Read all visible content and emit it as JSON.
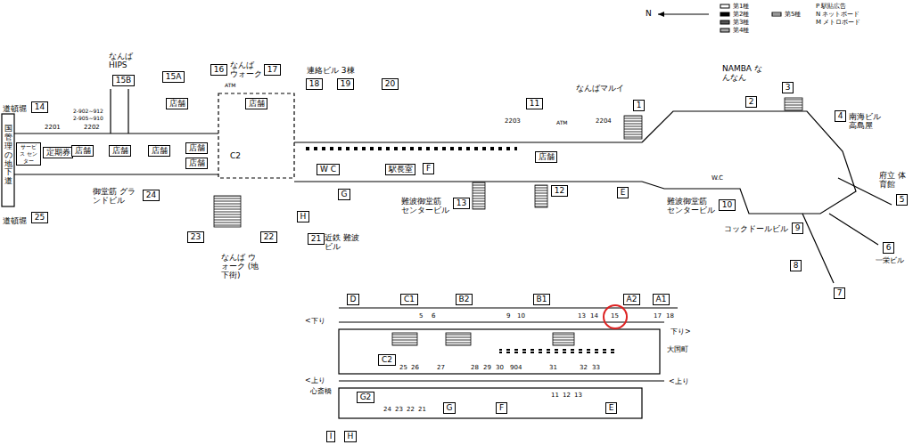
{
  "diagram": {
    "nodes": [
      {
        "text": [
          "14"
        ]
      },
      {
        "text": [
          "15B"
        ]
      },
      {
        "text": [
          "15A"
        ]
      },
      {
        "text": [
          "16"
        ]
      },
      {
        "text": [
          "17"
        ]
      },
      {
        "text": [
          "18"
        ]
      },
      {
        "text": [
          "19"
        ]
      },
      {
        "text": [
          "20"
        ]
      },
      {
        "text": [
          "11"
        ]
      },
      {
        "text": [
          "1"
        ]
      },
      {
        "text": [
          "2"
        ]
      },
      {
        "text": [
          "3"
        ]
      },
      {
        "text": [
          "4"
        ]
      },
      {
        "text": [
          "5"
        ]
      },
      {
        "text": [
          "6"
        ]
      },
      {
        "text": [
          "7"
        ]
      },
      {
        "text": [
          "8"
        ]
      },
      {
        "text": [
          "9"
        ]
      },
      {
        "text": [
          "10"
        ]
      },
      {
        "text": [
          "E"
        ]
      },
      {
        "text": [
          "12"
        ]
      },
      {
        "text": [
          "13"
        ]
      },
      {
        "text": [
          "F"
        ]
      },
      {
        "text": [
          "G"
        ]
      },
      {
        "text": [
          "H"
        ]
      },
      {
        "text": [
          "21"
        ]
      },
      {
        "text": [
          "22"
        ]
      },
      {
        "text": [
          "23"
        ]
      },
      {
        "text": [
          "24"
        ]
      },
      {
        "text": [
          "25"
        ]
      },
      {
        "text": [
          "サービス センター"
        ]
      },
      {
        "text": [
          "定期券"
        ]
      },
      {
        "text": [
          "店舗"
        ]
      },
      {
        "text": [
          "店舗"
        ]
      },
      {
        "text": [
          "店舗"
        ]
      },
      {
        "text": [
          "店舗"
        ]
      },
      {
        "text": [
          "店舗"
        ]
      },
      {
        "text": [
          "店舗"
        ]
      },
      {
        "text": [
          "店舗"
        ]
      },
      {
        "text": [
          "W C"
        ]
      },
      {
        "text": [
          "駅長室"
        ]
      },
      {
        "text": [
          "店舗"
        ]
      },
      {
        "text": [
          "D"
        ]
      },
      {
        "text": [
          "C1"
        ]
      },
      {
        "text": [
          "B2"
        ]
      },
      {
        "text": [
          "B1"
        ]
      },
      {
        "text": [
          "A2"
        ]
      },
      {
        "text": [
          "A1"
        ]
      },
      {
        "text": [
          "C2"
        ]
      },
      {
        "text": [
          "G2"
        ]
      },
      {
        "text": [
          "G"
        ]
      },
      {
        "text": [
          "F"
        ]
      },
      {
        "text": [
          "E"
        ]
      },
      {
        "text": [
          "I"
        ]
      },
      {
        "text": [
          "H"
        ]
      }
    ],
    "labels": [
      "道頓堀",
      "なんば HIPS",
      "なんば ウォーク",
      "連絡ビル 3棟",
      "なんばマルイ",
      "NAMBA なんなん",
      "南海ビル 高島屋",
      "府立 体育館",
      "一栄ビル",
      "コックドールビル",
      "難波御堂筋 センタービル",
      "難波御堂筋 センタービル",
      "近鉄 難波ビル",
      "なんば ウォーク (地下街)",
      "御堂筋 グランドビル",
      "道頓堀",
      "国管理の地下道",
      "2201",
      "2202",
      "2-902~912",
      "2-905~910",
      "2203",
      "2204",
      "ATM",
      "ATM",
      "C2",
      "W.C",
      "N",
      "<下り",
      "<上り",
      "心斎橋",
      "大国町",
      "下り>",
      "<上り",
      "15",
      "17",
      "18",
      "5",
      "6",
      "9",
      "10",
      "13",
      "14",
      "25",
      "26",
      "27",
      "28",
      "29",
      "30",
      "904",
      "31",
      "32",
      "33",
      "24",
      "23",
      "22",
      "21",
      "11",
      "12",
      "13"
    ],
    "legend": [
      {
        "text": "第1種"
      },
      {
        "text": "第2種"
      },
      {
        "text": "第3種"
      },
      {
        "text": "第4種"
      },
      {
        "text": "第5種"
      },
      {
        "text": "P 駅貼広告"
      },
      {
        "text": "N ネットボード"
      },
      {
        "text": "M メトロボード"
      }
    ]
  }
}
